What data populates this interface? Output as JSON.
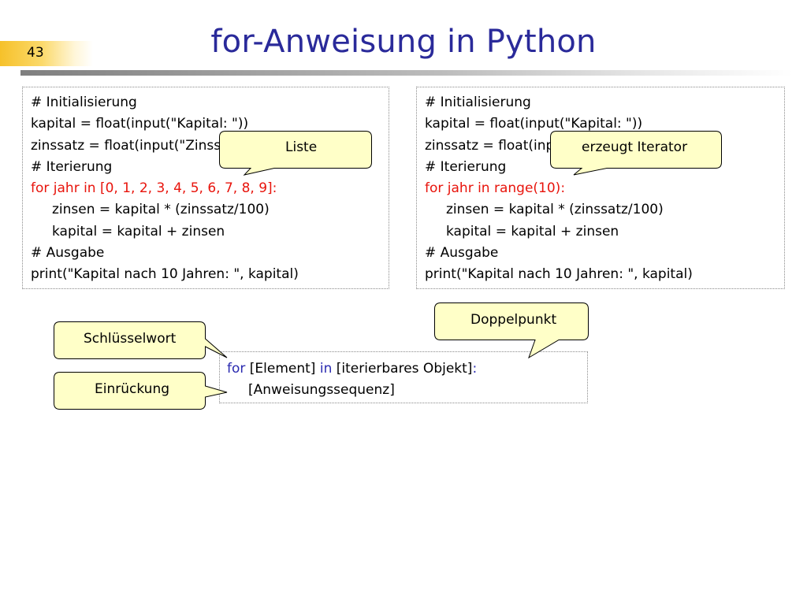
{
  "slide": {
    "number": "43",
    "title": "for-Anweisung in Python"
  },
  "left_code": {
    "lines": [
      "# Initialisierung",
      "kapital = float(input(\"Kapital: \"))",
      "zinssatz = float(input(\"Zinssatz: \"))",
      "# Iterierung",
      "for jahr in [0, 1, 2, 3, 4, 5, 6, 7, 8, 9]:",
      "zinsen = kapital * (zinssatz/100)",
      "kapital = kapital + zinsen",
      "# Ausgabe",
      "print(\"Kapital nach 10 Jahren: \", kapital)"
    ]
  },
  "right_code": {
    "lines": [
      "# Initialisierung",
      "kapital = float(input(\"Kapital: \"))",
      "zinssatz = float(input(\"Zinssatz: \"))",
      "# Iterierung",
      "for jahr in range(10):",
      "zinsen = kapital * (zinssatz/100)",
      "kapital = kapital + zinsen",
      "# Ausgabe",
      "print(\"Kapital nach 10 Jahren: \", kapital)"
    ]
  },
  "syntax": {
    "kw_for": "for",
    "element": " [Element] ",
    "kw_in": "in",
    "iterable": " [iterierbares Objekt]",
    "colon": ":",
    "body": "[Anweisungssequenz]"
  },
  "callouts": {
    "liste": "Liste",
    "iterator": "erzeugt Iterator",
    "doppelpunkt": "Doppelpunkt",
    "schluesselwort": "Schlüsselwort",
    "einrueckung": "Einrückung"
  },
  "colors": {
    "title": "#2a2a9a",
    "highlight_red": "#e8140c",
    "keyword_blue": "#2a2ab0",
    "callout_fill": "#ffffc8",
    "callout_border": "#000000"
  }
}
